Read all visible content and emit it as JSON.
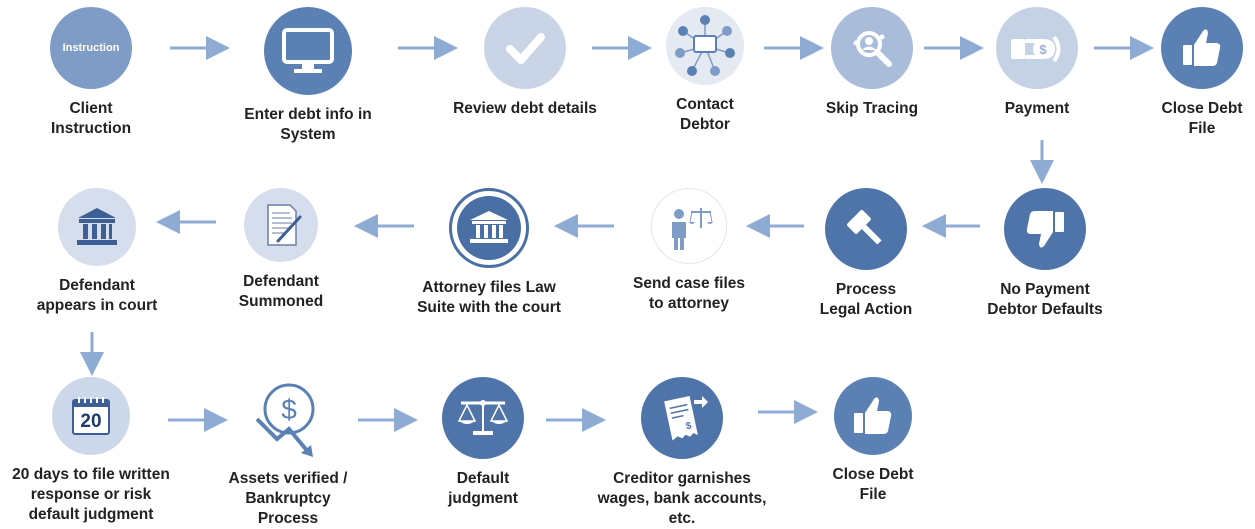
{
  "row1": [
    {
      "id": "client-instruction",
      "label": "Client\nInstruction",
      "icon": "instruction-badge-icon",
      "icon_text": "Instruction"
    },
    {
      "id": "enter-debt-info",
      "label": "Enter debt info in\nSystem",
      "icon": "computer-monitor-icon"
    },
    {
      "id": "review-debt-details",
      "label": "Review debt details",
      "icon": "checkmark-icon"
    },
    {
      "id": "contact-debtor",
      "label": "Contact\nDebtor",
      "icon": "contact-hub-icon"
    },
    {
      "id": "skip-tracing",
      "label": "Skip Tracing",
      "icon": "magnifier-person-icon"
    },
    {
      "id": "payment",
      "label": "Payment",
      "icon": "money-hand-icon"
    },
    {
      "id": "close-debt-file-1",
      "label": "Close Debt\nFile",
      "icon": "thumbs-up-icon"
    }
  ],
  "row2": [
    {
      "id": "defendant-appears",
      "label": "Defendant\nappears in court",
      "icon": "courthouse-icon"
    },
    {
      "id": "defendant-summoned",
      "label": "Defendant\nSummoned",
      "icon": "document-pen-icon"
    },
    {
      "id": "attorney-files",
      "label": "Attorney  files Law\nSuite with the court",
      "icon": "courthouse-ring-icon"
    },
    {
      "id": "send-case-files",
      "label": "Send case files\nto attorney",
      "icon": "lawyer-scales-icon"
    },
    {
      "id": "process-legal-action",
      "label": "Process\nLegal Action",
      "icon": "gavel-icon"
    },
    {
      "id": "no-payment",
      "label": "No Payment\nDebtor Defaults",
      "icon": "thumbs-down-icon"
    }
  ],
  "row3": [
    {
      "id": "twenty-days",
      "label": "20 days to file written\nresponse or risk\ndefault judgment",
      "icon": "calendar-icon",
      "icon_text": "20"
    },
    {
      "id": "assets-verified",
      "label": "Assets verified /\nBankruptcy\nProcess",
      "icon": "dollar-decline-icon"
    },
    {
      "id": "default-judgment",
      "label": "Default\njudgment",
      "icon": "scales-icon"
    },
    {
      "id": "creditor-garnishes",
      "label": "Creditor garnishes\nwages, bank accounts,\netc.",
      "icon": "invoice-icon"
    },
    {
      "id": "close-debt-file-2",
      "label": "Close Debt\nFile",
      "icon": "thumbs-up-icon"
    }
  ],
  "colors": {
    "arrow": "#8eabd4",
    "dark": "#5b81b4",
    "light": "#c9d4e6"
  }
}
